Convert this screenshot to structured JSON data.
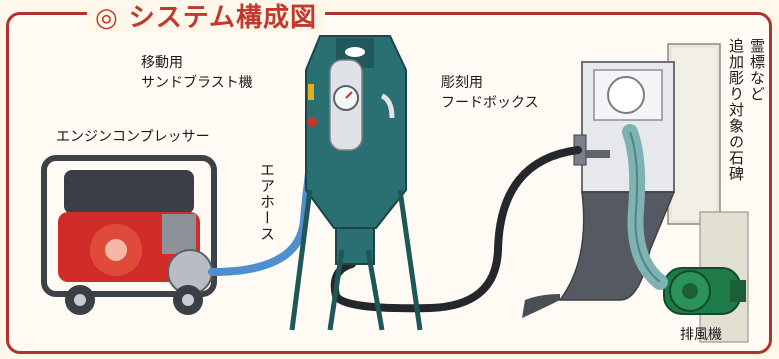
{
  "title": "◎ システム構成図",
  "labels": {
    "sandblaster_line1": "移動用",
    "sandblaster_line2": "サンドブラスト機",
    "hood_line1": "彫刻用",
    "hood_line2": "フードボックス",
    "compressor": "エンジンコンプレッサー",
    "air_hose": "エアホース",
    "gravestone_col1": "霊標など",
    "gravestone_col2": "追加彫り対象の石碑",
    "exhaust_fan": "排風機"
  }
}
